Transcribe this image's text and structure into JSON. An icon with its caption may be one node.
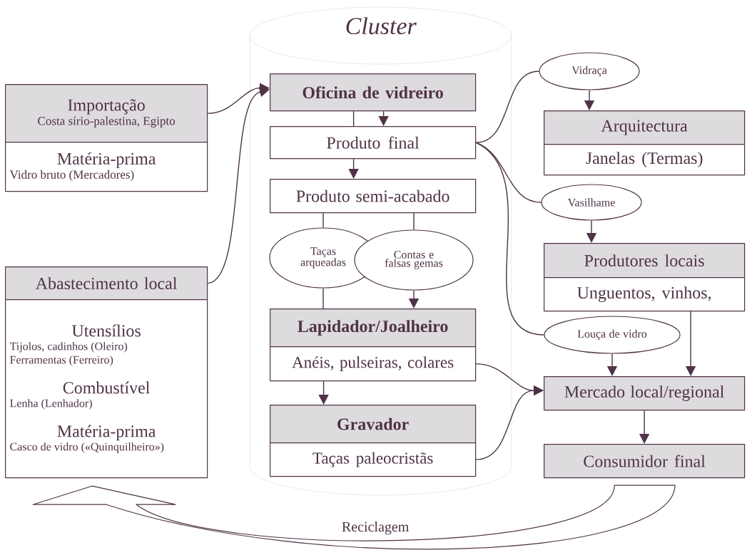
{
  "diagram": {
    "nodes": [
      {
        "text": [
          "Cluster"
        ]
      },
      {
        "text": [
          "Oficina de vidreiro"
        ],
        "in": 0
      },
      {
        "text": [
          "Produto final"
        ],
        "in": 0
      },
      {
        "text": [
          "Produto semi-acabado"
        ],
        "in": 0
      },
      {
        "text": [
          "Taças arqueadas"
        ],
        "in": 0
      },
      {
        "text": [
          "Contas e falsas gemas"
        ],
        "in": 0
      },
      {
        "text": [
          "Lapidador/Joalheiro"
        ],
        "in": 0
      },
      {
        "text": [
          "Anéis, pulseiras, colares"
        ],
        "in": 0
      },
      {
        "text": [
          "Gravador"
        ],
        "in": 0
      },
      {
        "text": [
          "Taças paleocristãs"
        ],
        "in": 0
      },
      {
        "text": [
          "Importação",
          "Costa sírio-palestina, Egipto"
        ]
      },
      {
        "text": [
          "Matéria-prima",
          "Vidro bruto (Mercadores)"
        ]
      },
      {
        "text": [
          "Abastecimento local"
        ]
      },
      {
        "text": [
          "Utensílios",
          "Tijolos, cadinhos (Oleiro)",
          "Ferramentas (Ferreiro)",
          "Combustível",
          "Lenha (Lenhador)",
          "Matéria-prima",
          "Casco de vidro («Quinquilheiro»)"
        ]
      },
      {
        "text": [
          "Vidraça"
        ]
      },
      {
        "text": [
          "Arquitectura"
        ]
      },
      {
        "text": [
          "Janelas (Termas)"
        ]
      },
      {
        "text": [
          "Vasilhame"
        ]
      },
      {
        "text": [
          "Produtores locais"
        ]
      },
      {
        "text": [
          "Unguentos, vinhos,"
        ]
      },
      {
        "text": [
          "Louça de vidro"
        ]
      },
      {
        "text": [
          "Mercado local/regional"
        ]
      },
      {
        "text": [
          "Consumidor final"
        ]
      }
    ],
    "edges": [
      {
        "from": 10,
        "to": 1,
        "arrow": "to"
      },
      {
        "from": 12,
        "to": 1,
        "arrow": "to"
      },
      {
        "from": 1,
        "to": 2,
        "arrow": "none"
      },
      {
        "from": 1,
        "to": 2,
        "arrow": "to"
      },
      {
        "from": 2,
        "to": 3,
        "arrow": "to"
      },
      {
        "from": 3,
        "to": 4,
        "arrow": "none"
      },
      {
        "from": 3,
        "to": 5,
        "arrow": "none"
      },
      {
        "from": 4,
        "to": 6,
        "arrow": "none"
      },
      {
        "from": 5,
        "to": 6,
        "arrow": "to"
      },
      {
        "from": 7,
        "to": 8,
        "arrow": "to"
      },
      {
        "from": 2,
        "to": 14,
        "arrow": "none"
      },
      {
        "from": 14,
        "to": 15,
        "arrow": "to"
      },
      {
        "from": 2,
        "to": 17,
        "arrow": "none"
      },
      {
        "from": 17,
        "to": 18,
        "arrow": "to"
      },
      {
        "from": 2,
        "to": 20,
        "arrow": "none"
      },
      {
        "from": 20,
        "to": 21,
        "arrow": "to"
      },
      {
        "from": 19,
        "to": 21,
        "arrow": "to"
      },
      {
        "from": 7,
        "to": 21,
        "arrow": "to"
      },
      {
        "from": 9,
        "to": 21,
        "arrow": "to"
      },
      {
        "from": 21,
        "to": 22,
        "arrow": "to"
      },
      {
        "from": 22,
        "to": 13,
        "arrow": "to",
        "label": "Reciclagem",
        "style": "thick"
      }
    ]
  }
}
